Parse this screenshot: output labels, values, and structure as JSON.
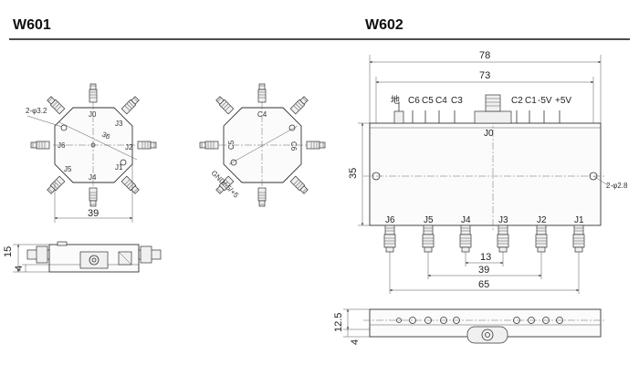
{
  "header": {
    "left_title": "W601",
    "right_title": "W602"
  },
  "w601": {
    "ports": [
      "J0",
      "J1",
      "J2",
      "J3",
      "J4",
      "J5",
      "J6"
    ],
    "hole_note": "2-φ3.2",
    "dim_width": "39",
    "dim_diag": "36",
    "dim_height": "15",
    "dim_base": "4",
    "rear_labels": [
      "C4",
      "C5",
      "C6",
      "GND/-5/+5"
    ]
  },
  "w602": {
    "dim_total": "78",
    "dim_holes": "73",
    "dim_height": "35",
    "hole_note": "2-φ2.8",
    "top_labels": [
      "地",
      "C6",
      "C5",
      "C4",
      "C3",
      "C2",
      "C1",
      "-5V",
      "+5V"
    ],
    "input_port": "J0",
    "ports": [
      "J6",
      "J5",
      "J4",
      "J3",
      "J2",
      "J1"
    ],
    "dim_13": "13",
    "dim_39": "39",
    "dim_65": "65",
    "side_dim_top": "12.5",
    "side_dim_base": "4"
  }
}
